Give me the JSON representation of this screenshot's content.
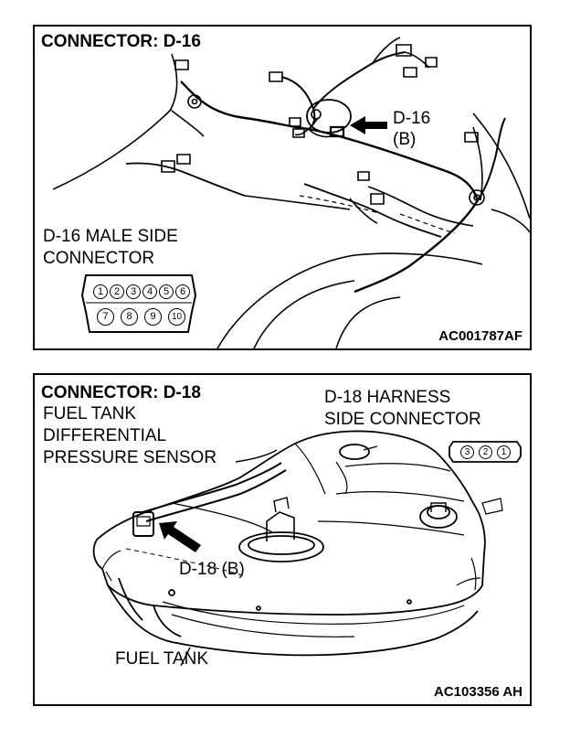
{
  "panel1": {
    "title": "CONNECTOR: D-16",
    "callout_line1": "D-16",
    "callout_line2": "(B)",
    "male_side_line1": "D-16 MALE SIDE",
    "male_side_line2": "CONNECTOR",
    "pins_top": [
      "1",
      "2",
      "3",
      "4",
      "5",
      "6"
    ],
    "pins_bottom": [
      "7",
      "8",
      "9",
      "10"
    ],
    "code": "AC001787AF"
  },
  "panel2": {
    "title": "CONNECTOR: D-18",
    "sensor_line1": "FUEL TANK",
    "sensor_line2": "DIFFERENTIAL",
    "sensor_line3": "PRESSURE SENSOR",
    "harness_line1": "D-18 HARNESS",
    "harness_line2": "SIDE CONNECTOR",
    "pins": [
      "3",
      "2",
      "1"
    ],
    "callout": "D-18 (B)",
    "tank_label": "FUEL TANK",
    "code": "AC103356 AH"
  }
}
